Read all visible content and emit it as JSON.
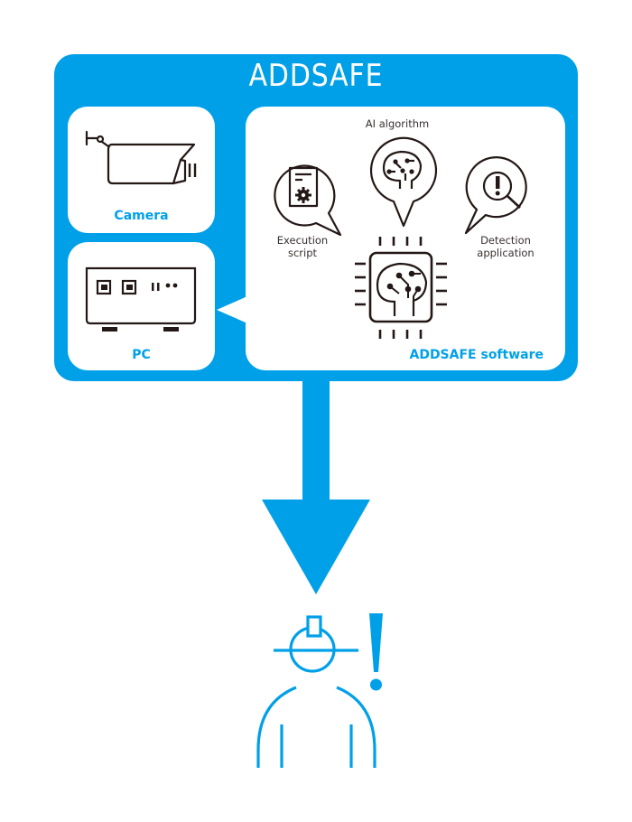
{
  "title": "ADDSAFE",
  "colors": {
    "brand_blue": "#00a0e9",
    "icon_stroke": "#231815",
    "card_bg": "#ffffff"
  },
  "components": {
    "camera": {
      "label": "Camera",
      "icon": "security-camera-icon"
    },
    "pc": {
      "label": "PC",
      "icon": "pc-box-icon"
    },
    "software": {
      "label": "ADDSAFE software",
      "icon": "ai-chip-brain-icon",
      "modules": [
        {
          "label": "Execution script",
          "line1": "Execution",
          "line2": "script",
          "icon": "document-gear-icon"
        },
        {
          "label": "AI algorithm",
          "icon": "brain-circuit-icon"
        },
        {
          "label": "Detection application",
          "line1": "Detection",
          "line2": "application",
          "icon": "magnifier-alert-icon"
        }
      ]
    }
  },
  "flow": {
    "arrow": "down-arrow-icon",
    "target": "worker-alert-icon"
  }
}
